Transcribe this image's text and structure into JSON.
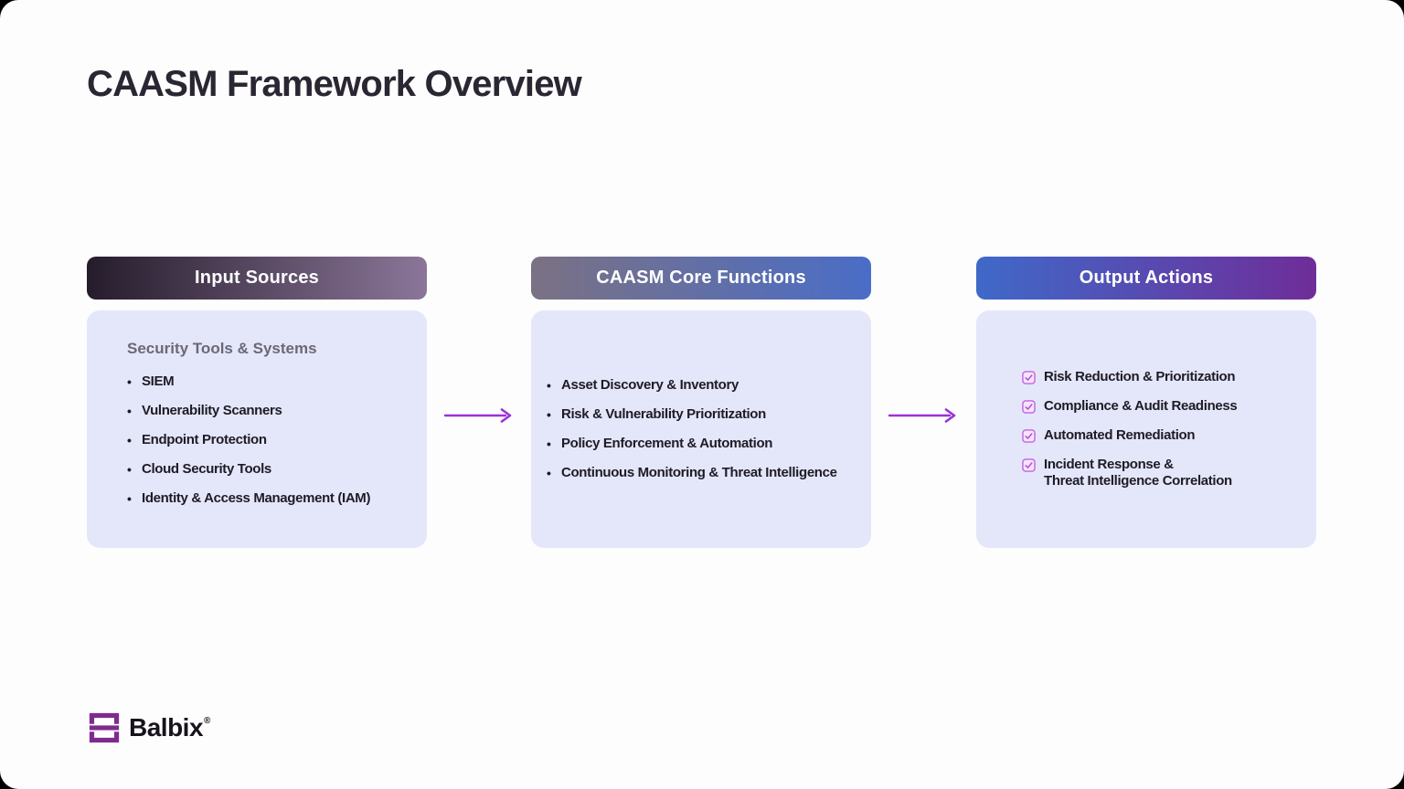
{
  "page": {
    "title": "CAASM Framework Overview"
  },
  "columns": [
    {
      "id": "input-sources",
      "header": "Input Sources",
      "header_gradient": [
        "#251c2b",
        "#8b7699"
      ],
      "subtitle": "Security Tools & Systems",
      "list_style": "bullet",
      "items": [
        "SIEM",
        "Vulnerability Scanners",
        "Endpoint Protection",
        "Cloud Security Tools",
        "Identity & Access Management (IAM)"
      ]
    },
    {
      "id": "caasm-core-functions",
      "header": "CAASM Core Functions",
      "header_gradient": [
        "#7b7183",
        "#4a6dc7"
      ],
      "subtitle": "",
      "list_style": "bullet",
      "items": [
        "Asset Discovery & Inventory",
        "Risk & Vulnerability Prioritization",
        "Policy Enforcement & Automation",
        "Continuous Monitoring & Threat Intelligence"
      ]
    },
    {
      "id": "output-actions",
      "header": "Output Actions",
      "header_gradient": [
        "#3f69c9",
        "#6f2d99"
      ],
      "subtitle": "",
      "list_style": "checkbox",
      "items": [
        "Risk Reduction & Prioritization",
        "Compliance & Audit Readiness",
        "Automated Remediation",
        "Incident Response &\nThreat Intelligence Correlation"
      ]
    }
  ],
  "logo": {
    "brand": "Balbix",
    "registered_mark": "®"
  },
  "colors": {
    "page_bg": "#000000",
    "slide_bg": "#fdfdfe",
    "title_text": "#2a2632",
    "header_text": "#ffffff",
    "card_bg": "#e4e7f9",
    "subtitle_text": "#6b6877",
    "item_text": "#1e1b26",
    "arrow": "#9a31d8",
    "checkbox_border": "#c461e2",
    "checkbox_fill": "#f6e4fc",
    "checkbox_check": "#b44fd9",
    "logo_mark": "#7d2c8d",
    "logo_text": "#17121b"
  }
}
